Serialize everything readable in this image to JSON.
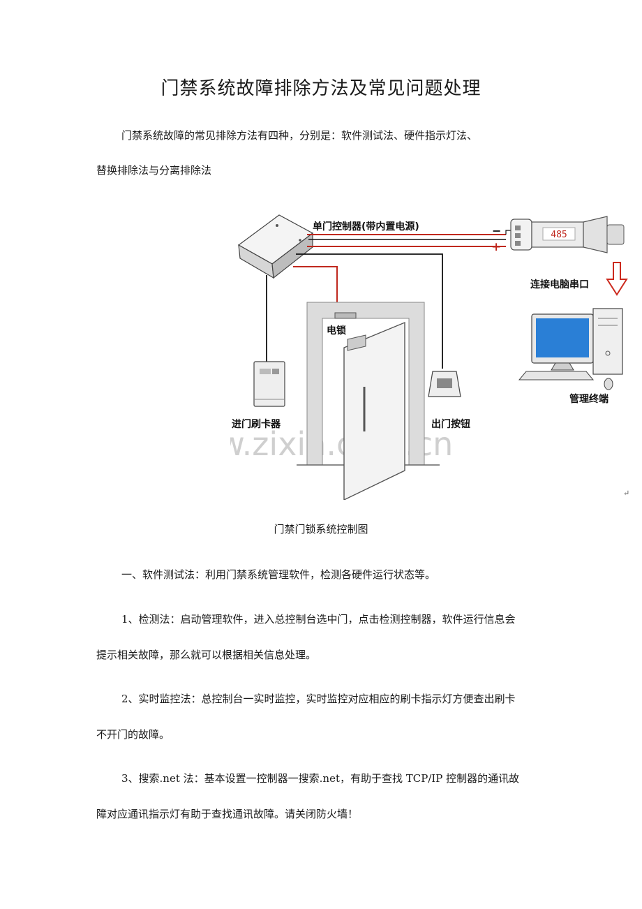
{
  "title": "门禁系统故障排除方法及常见问题处理",
  "intro": {
    "line1": "门禁系统故障的常见排除方法有四种，分别是：软件测试法、硬件指示灯法、",
    "line2": "替换排除法与分离排除法"
  },
  "figure": {
    "labels": {
      "controller": "单门控制器(带内置电源)",
      "minus": "−",
      "plus": "+",
      "converter": "485",
      "serial": "连接电脑串口",
      "lock": "电锁",
      "reader": "进门刷卡器",
      "exit_button": "出门按钮",
      "terminal": "管理终端"
    },
    "watermark": "www.zixin.com.cn",
    "return_mark": "↵",
    "caption": "门禁门锁系统控制图"
  },
  "section1": {
    "heading": "一、软件测试法：利用门禁系统管理软件，检测各硬件运行状态等。",
    "item1": {
      "line1": "1、检测法：启动管理软件，进入总控制台选中门，点击检测控制器，软件运行信息会",
      "line2": "提示相关故障，那么就可以根据相关信息处理。"
    },
    "item2": {
      "line1": "2、实时监控法：总控制台一实时监控，实时监控对应相应的刷卡指示灯方便查出刷卡",
      "line2": "不开门的故障。"
    },
    "item3": {
      "line1": "3、搜索.net 法：基本设置一控制器一搜索.net，有助于查找 TCP/IP 控制器的通讯故",
      "line2": "障对应通讯指示灯有助于查找通讯故障。请关闭防火墙！"
    }
  },
  "colors": {
    "wire_red": "#c0281e",
    "wire_black": "#111111",
    "arrow_red": "#cc2a1e",
    "screen_blue": "#2a7fd6",
    "frame_gray": "#dcdcdc"
  }
}
